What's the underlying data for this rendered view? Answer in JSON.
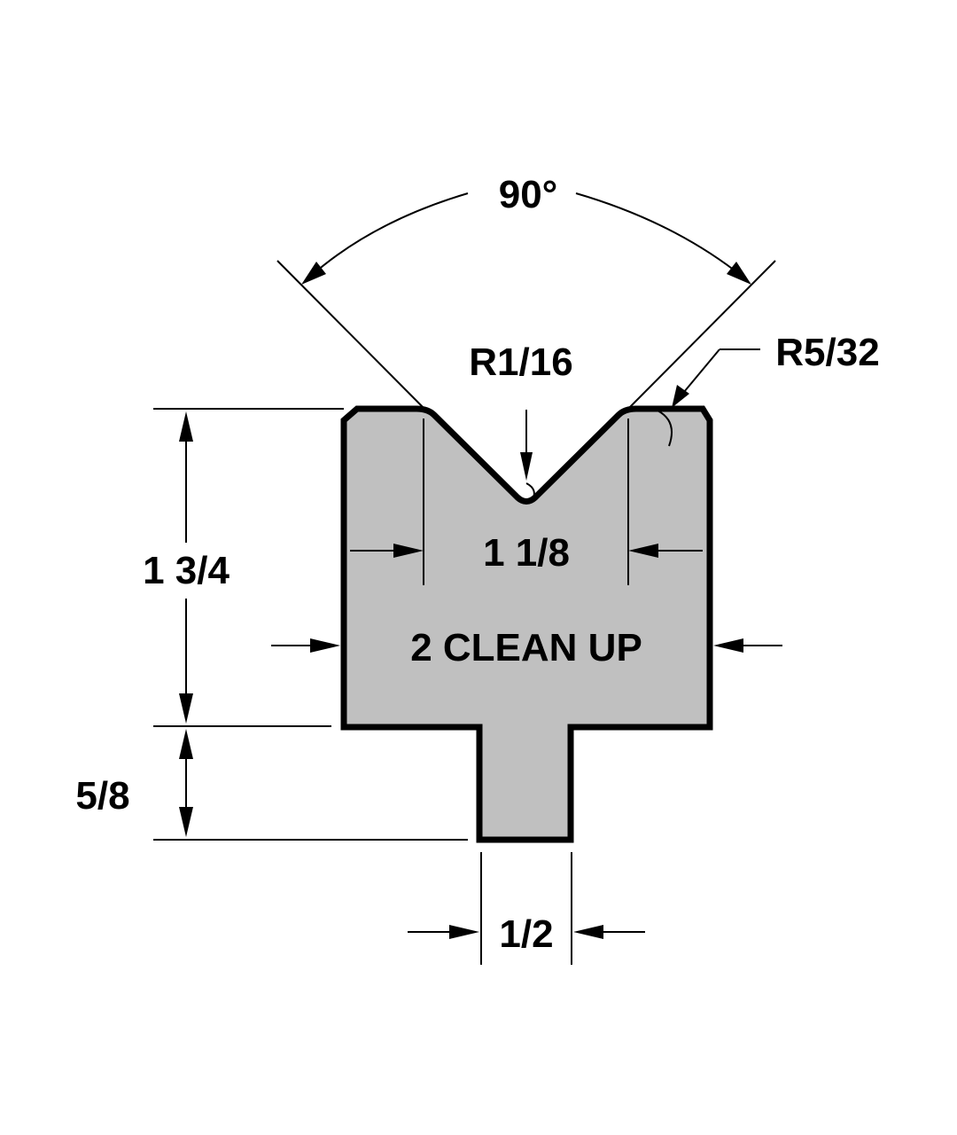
{
  "drawing": {
    "labels": {
      "angle": "90°",
      "tip_radius": "R1/16",
      "shoulder_radius": "R5/32",
      "v_opening": "1 1/8",
      "width_note": "2 CLEAN UP",
      "body_height": "1 3/4",
      "tang_height": "5/8",
      "tang_width": "1/2"
    },
    "colors": {
      "body_fill": "#c0c0c0",
      "outline": "#000000",
      "background": "#ffffff"
    }
  }
}
